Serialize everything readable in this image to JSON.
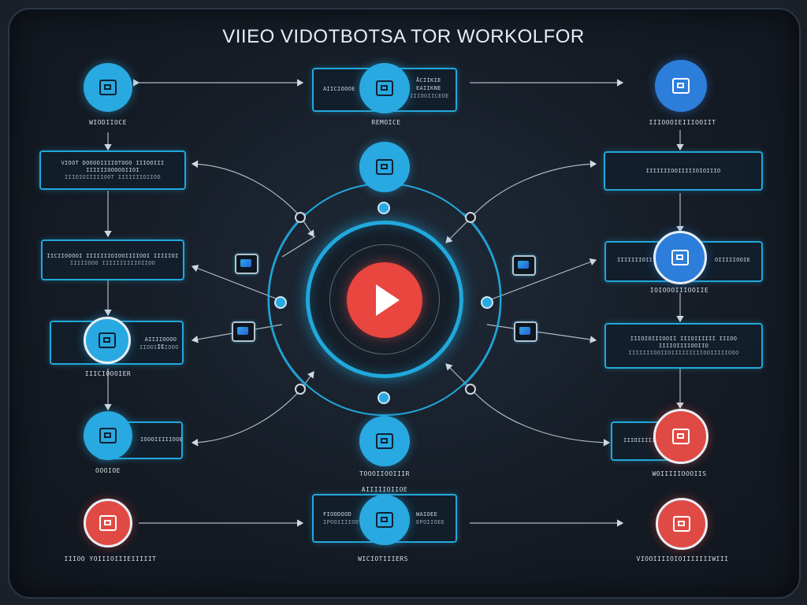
{
  "title": "VIIEO VIDOTBOTSA TOR WORKOLFOR",
  "top_center_box": {
    "left_text": "AIICIOOOE",
    "right_line1": "ÅCIIKIE",
    "right_line2": "EAIIKNE",
    "right_line3": "IIIOOIICEOE",
    "caption": "REMOICE"
  },
  "bottom_center_box": {
    "left_line1": "FIOODOOD",
    "left_line2": "IPOOIIIIOOT",
    "right_line1": "WAIOEE",
    "right_line2": "EPOIIOEE",
    "caption": "WICIOTIIIERS"
  },
  "left_nodes": {
    "top_icon_caption": "WIODIIOCE",
    "box1_line1": "VIOOT DOOOOIIIIOTOOO IIIOOIII IIIIIIOOOOOIIOI",
    "box1_line2": "IIIOIOIIIIIOOT IIIIIIIOIIOO",
    "box2_line1": "IICIIOOOOI IIIIIIIOIOOIIIIOOI IIIIIOI",
    "box2_line2": "IIIIIOOO IIIIIIIIIIOIIOO",
    "box3_right_line1": "AIIIIOOOO IC",
    "box3_right_line2": "IIOOIIIIOOO",
    "box3_caption": "IIICIOOOIER",
    "box4_text": "IOOOIIIIIOOE",
    "box4_caption": "OOOIOE",
    "bottom_caption": "IIIOO YOIIIOIIIEIIIIIT"
  },
  "right_nodes": {
    "top_icon_caption": "IIIOOOIEIIIOOIIT",
    "box1_text": "IIIIIIIOOIIIIIOIOIIIO",
    "box2_left": "IIIIIIIOII",
    "box2_right": "OIIIIIOOIE",
    "box2_caption": "IOIOOOIIIOOIIE",
    "box3_line1": "IIIOIOIIIOOII IIIOIIIIII IIIOO IIIIOIIIIOOIIO",
    "box3_line2": "IIIIIIIOOIIOIIIIIIIIIOOIIIIIOOO",
    "box4_text": "IIIOIIIIII",
    "box4_caption": "WOIIIIIOOOIIS",
    "bottom_caption": "VIOOIIIIOIOIIIIIIIWIII"
  },
  "center_lower_caption1": "TOOOIIOOIIIR",
  "center_lower_caption2": "AIIIIIOIIOE",
  "colors": {
    "accent_cyan": "#21a8dc",
    "node_blue": "#29a9e1",
    "node_red": "#e04a44",
    "play_red": "#e8463f",
    "background": "#151b24"
  },
  "icons": [
    "play-icon",
    "media-icon",
    "document-icon",
    "image-icon",
    "video-icon"
  ]
}
